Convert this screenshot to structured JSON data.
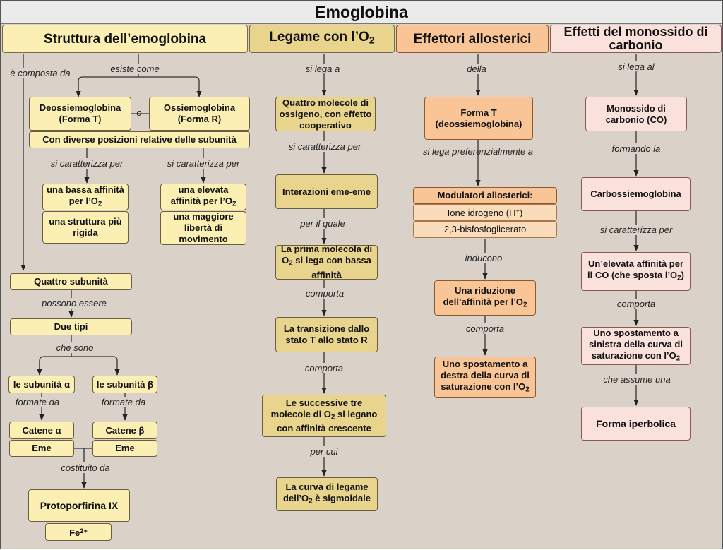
{
  "title": "Emoglobina",
  "columns": {
    "c1": {
      "header": "Struttura dell’emoglobina"
    },
    "c2": {
      "header_text": "Legame con l’O",
      "header_sub": "2"
    },
    "c3": {
      "header": "Effettori allosterici"
    },
    "c4": {
      "header": "Effetti del monossido di carbonio"
    }
  },
  "struttura": {
    "composta": "è composta da",
    "esiste": "esiste come",
    "deossi": "Deossiemoglobina (Forma T)",
    "o": "o",
    "ossi": "Ossiemoglobina (Forma R)",
    "posizioni": "Con diverse posizioni relative delle subunità",
    "caratt_a": "si caratterizza per",
    "caratt_b": "si caratterizza per",
    "bassa_text": "una bassa affinità per l’O",
    "bassa_sub": "2",
    "rigida": "una struttura più rigida",
    "elevata_text": "una elevata affinità per l’O",
    "elevata_sub": "2",
    "liberta": "una maggiore libertà di movimento",
    "quattro": "Quattro subunità",
    "possono": "possono essere",
    "duetipi": "Due tipi",
    "chesono": "che sono",
    "alfa": "le subunità α",
    "beta": "le subunità β",
    "formate_a": "formate da",
    "formate_b": "formate da",
    "catena_a": "Catene α",
    "catena_b": "Catene β",
    "eme_a": "Eme",
    "eme_b": "Eme",
    "costituito": "costituito da",
    "proto": "Protoporfirina IX",
    "fe_text": "Fe",
    "fe_sup": "2+"
  },
  "legame": {
    "silega": "si lega a",
    "quattro": "Quattro molecole di ossigeno, con effetto cooperativo",
    "caratt": "si caratterizza per",
    "interazioni": "Interazioni eme-eme",
    "perilquale": "per il quale",
    "prima_a": "La prima molecola di O",
    "prima_sub": "2",
    "prima_b": " si lega con bassa affinità",
    "comporta1": "comporta",
    "transizione": "La transizione dallo stato T allo stato R",
    "comporta2": "comporta",
    "successive_a": "Le successive tre molecole di O",
    "successive_sub": "2",
    "successive_b": " si legano con affinità crescente",
    "percui": "per cui",
    "curva_a": "La curva di legame dell’O",
    "curva_sub": "2",
    "curva_b": " è sigmoidale"
  },
  "effettori": {
    "della": "della",
    "formaT": "Forma T (deossiemoglobina)",
    "silega": "si lega preferenzialmente a",
    "modulatori": "Modulatori allosterici:",
    "ione_text": "Ione idrogeno (H",
    "ione_sup": "+",
    "ione_end": ")",
    "bisfo": "2,3-bisfosfoglicerato",
    "inducono": "inducono",
    "riduzione_text": "Una riduzione dell’affinità per l’O",
    "riduzione_sub": "2",
    "comporta": "comporta",
    "destra_text": "Uno spostamento a destra della curva di saturazione con l’O",
    "destra_sub": "2"
  },
  "monossido": {
    "silegaal": "si lega al",
    "co": "Monossido di carbonio (CO)",
    "formando": "formando la",
    "carbossi": "Carbossiemoglobina",
    "caratt": "si caratterizza per",
    "elevata_text": "Un’elevata affinità per il CO (che sposta l’O",
    "elevata_sub": "2",
    "elevata_end": ")",
    "comporta": "comporta",
    "sinistra_text": "Uno spostamento a sinistra della curva di saturazione con l’O",
    "sinistra_sub": "2",
    "assume": "che assume una",
    "iperbolica": "Forma iperbolica"
  }
}
